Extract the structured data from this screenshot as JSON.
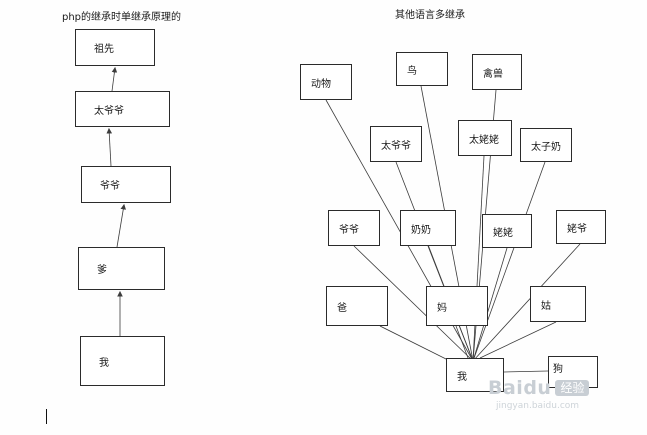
{
  "left": {
    "title": "php的继承时单继承原理的",
    "nodes": [
      {
        "label": "祖先"
      },
      {
        "label": "太爷爷"
      },
      {
        "label": "爷爷"
      },
      {
        "label": "爹"
      },
      {
        "label": "我"
      }
    ]
  },
  "right": {
    "title": "其他语言多继承",
    "nodes": [
      {
        "label": "动物"
      },
      {
        "label": "鸟"
      },
      {
        "label": "禽兽"
      },
      {
        "label": "太爷爷"
      },
      {
        "label": "太姥姥"
      },
      {
        "label": "太子奶"
      },
      {
        "label": "爷爷"
      },
      {
        "label": "奶奶"
      },
      {
        "label": "姥姥"
      },
      {
        "label": "姥爷"
      },
      {
        "label": "爸"
      },
      {
        "label": "妈"
      },
      {
        "label": "姑"
      },
      {
        "label": "我"
      },
      {
        "label": "狗"
      }
    ]
  },
  "watermark": {
    "brand": "Baidu",
    "badge": "经验",
    "url": "jingyan.baidu.com"
  }
}
